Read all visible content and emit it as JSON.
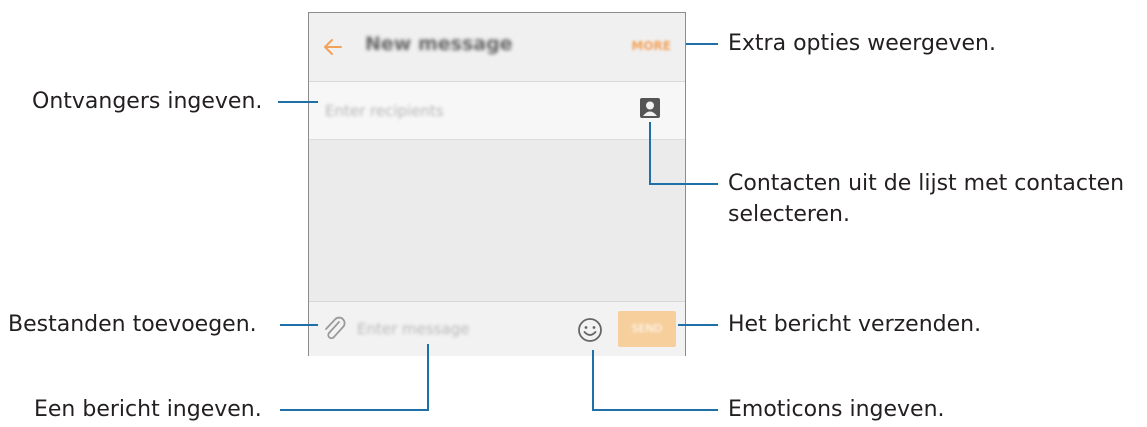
{
  "screen": {
    "title": "New message",
    "more_label": "MORE",
    "recipients_placeholder": "Enter recipients",
    "message_placeholder": "Enter message",
    "send_label": "SEND",
    "icons": {
      "back": "arrow-left-icon",
      "contact": "contact-picker-icon",
      "attach": "paperclip-icon",
      "emoticon": "smiley-icon"
    },
    "accent_color": "#f2a25a",
    "send_button_color": "#f6cf9c",
    "callout_line_color": "#1f6fa8"
  },
  "callouts": {
    "more_options": "Extra opties weergeven.",
    "enter_recipients": "Ontvangers ingeven.",
    "select_contacts_line1": "Contacten uit de lijst met contacten",
    "select_contacts_line2": "selecteren.",
    "attach_files": "Bestanden toevoegen.",
    "send_message": "Het bericht verzenden.",
    "enter_message": "Een bericht ingeven.",
    "enter_emoticons": "Emoticons ingeven."
  }
}
